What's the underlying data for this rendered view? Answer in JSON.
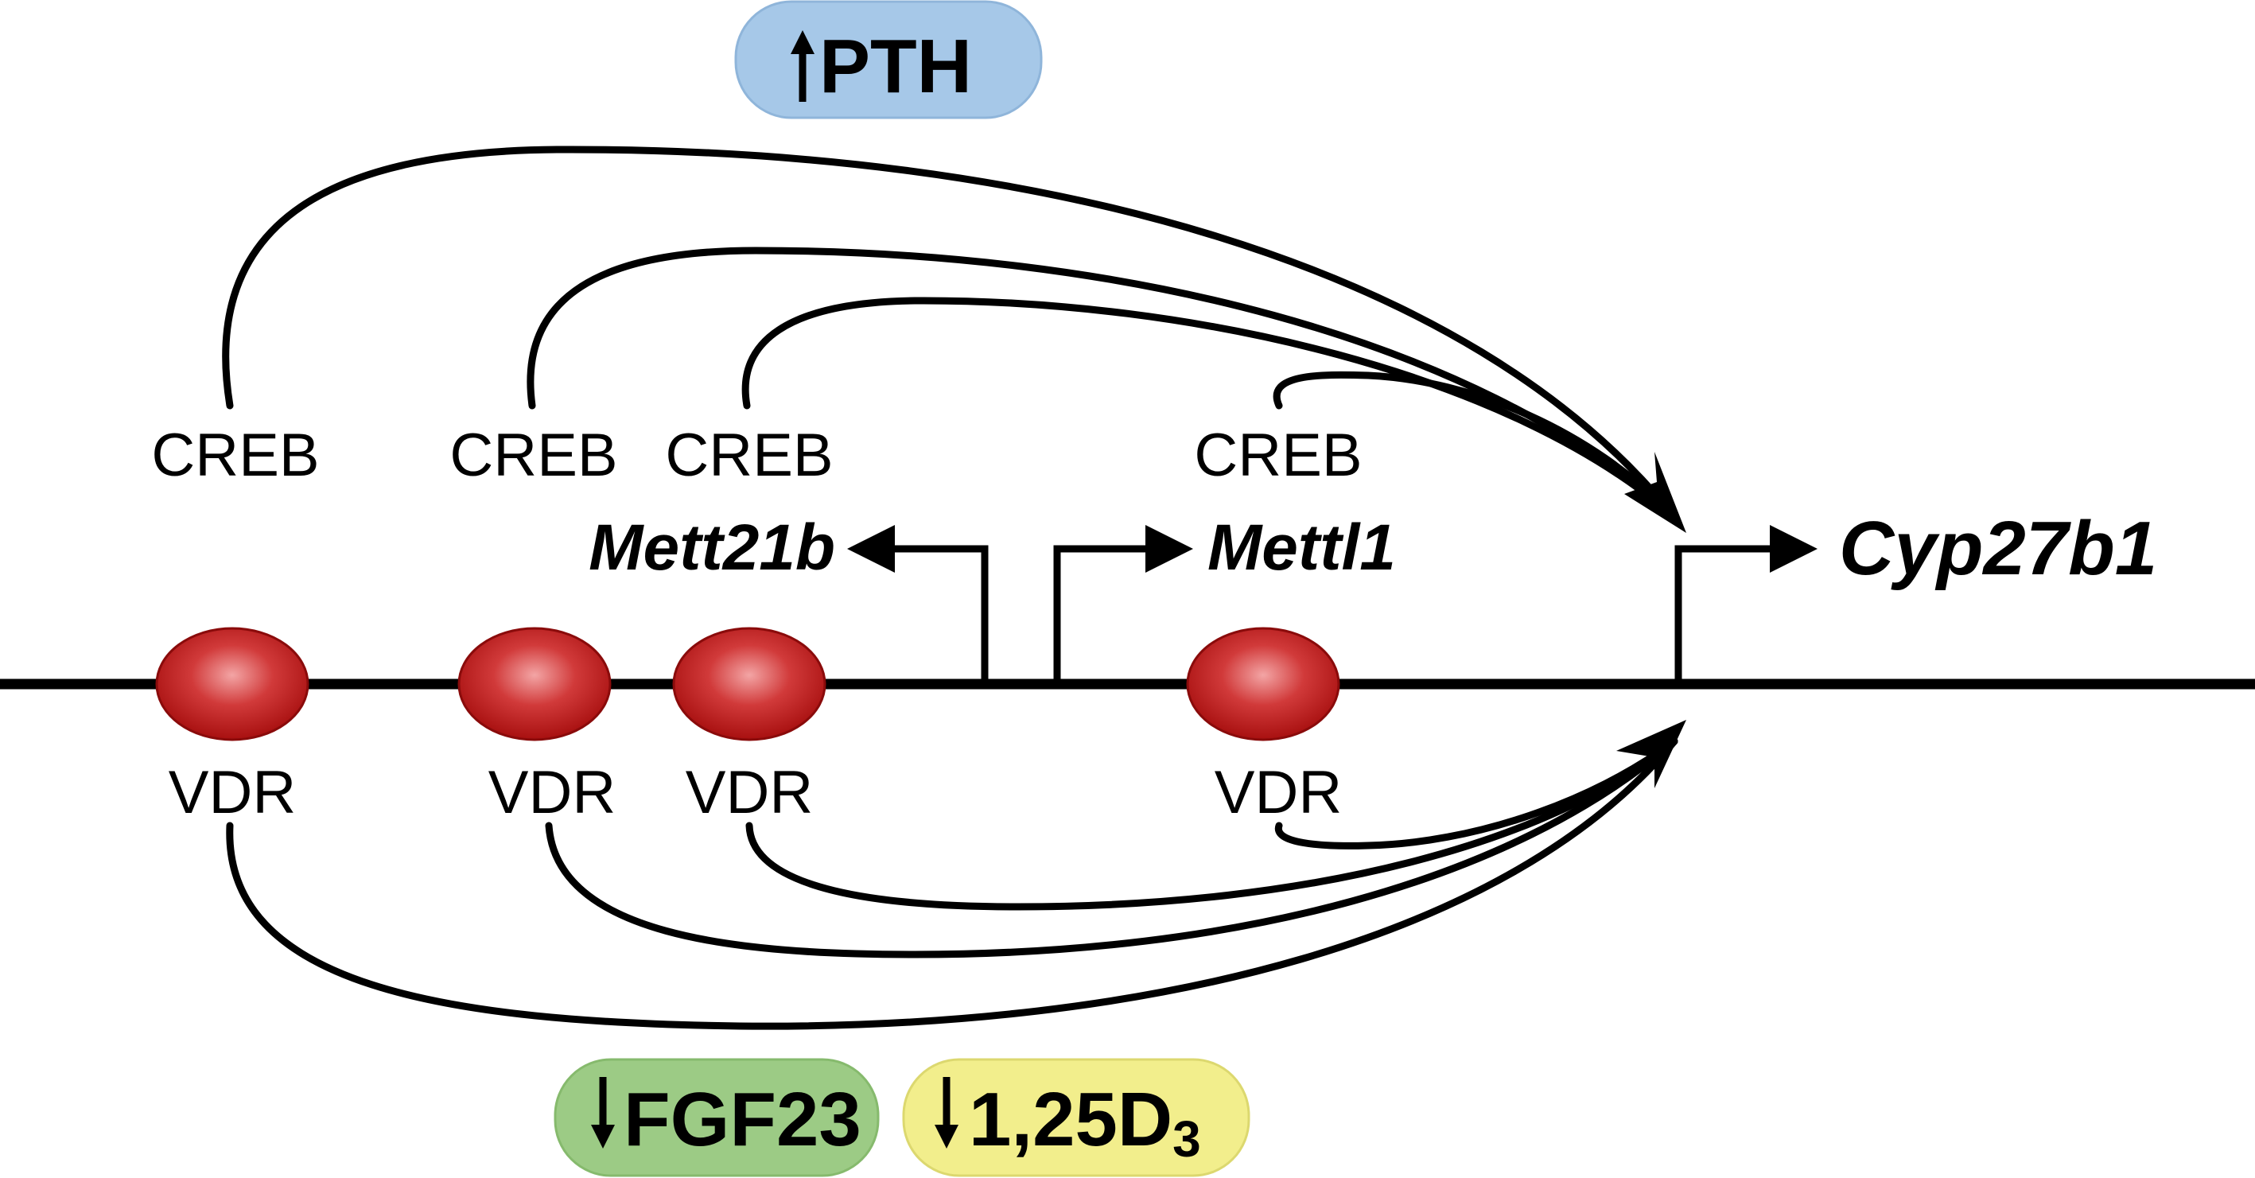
{
  "regulators": {
    "top": {
      "label": "PTH",
      "direction": "up",
      "color": "#9fc4e6"
    },
    "bottom": [
      {
        "label": "FGF23",
        "direction": "down",
        "color": "#9ccb85"
      },
      {
        "label": "1,25D",
        "subscript": "3",
        "direction": "down",
        "color": "#f2ee8c"
      }
    ]
  },
  "binding_sites": [
    {
      "creb_label": "CREB",
      "vdr_label": "VDR"
    },
    {
      "creb_label": "CREB",
      "vdr_label": "VDR"
    },
    {
      "creb_label": "CREB",
      "vdr_label": "VDR"
    },
    {
      "creb_label": "CREB",
      "vdr_label": "VDR"
    }
  ],
  "genes": {
    "left": "Mett21b",
    "middle": "Mettl1",
    "target": "Cyp27b1"
  },
  "colors": {
    "vdr_fill": "#cc1f1f",
    "vdr_edge": "#8a0b0b",
    "line": "#000000"
  }
}
